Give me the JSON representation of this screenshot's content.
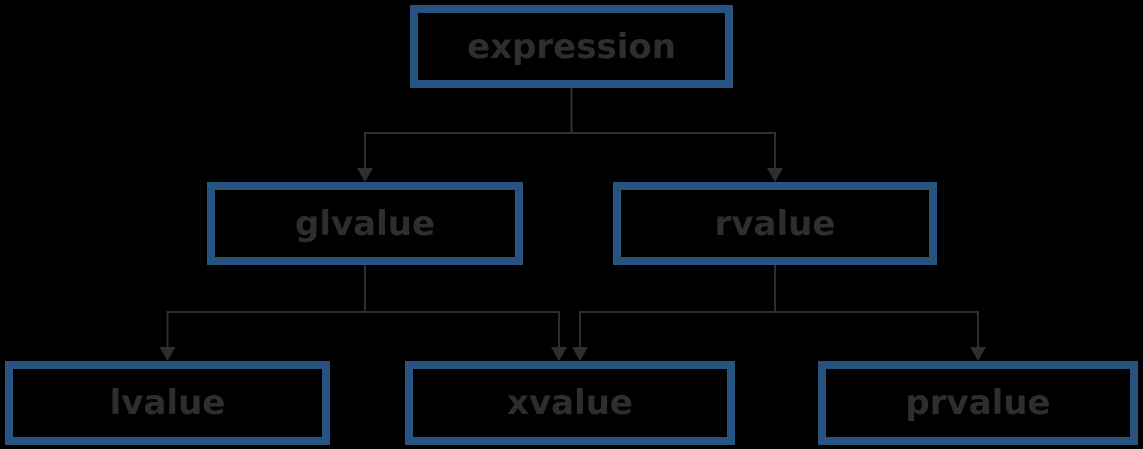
{
  "diagram": {
    "nodes": [
      {
        "id": "expression",
        "label": "expression"
      },
      {
        "id": "glvalue",
        "label": "glvalue"
      },
      {
        "id": "rvalue",
        "label": "rvalue"
      },
      {
        "id": "lvalue",
        "label": "lvalue"
      },
      {
        "id": "xvalue",
        "label": "xvalue"
      },
      {
        "id": "prvalue",
        "label": "prvalue"
      }
    ],
    "edges": [
      {
        "from": "expression",
        "to": "glvalue"
      },
      {
        "from": "expression",
        "to": "rvalue"
      },
      {
        "from": "glvalue",
        "to": "lvalue"
      },
      {
        "from": "glvalue",
        "to": "xvalue"
      },
      {
        "from": "rvalue",
        "to": "xvalue"
      },
      {
        "from": "rvalue",
        "to": "prvalue"
      }
    ],
    "colors": {
      "background": "#000000",
      "node_border": "#26547f",
      "node_fill": "#000000",
      "text": "#2e2e2e",
      "connector": "#2e2e2e"
    }
  }
}
